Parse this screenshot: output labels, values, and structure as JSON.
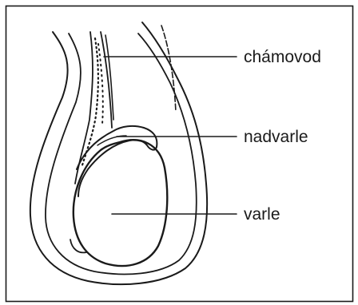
{
  "labels": {
    "chamovod": "chámovod",
    "nadvarle": "nadvarle",
    "varle": "varle"
  }
}
